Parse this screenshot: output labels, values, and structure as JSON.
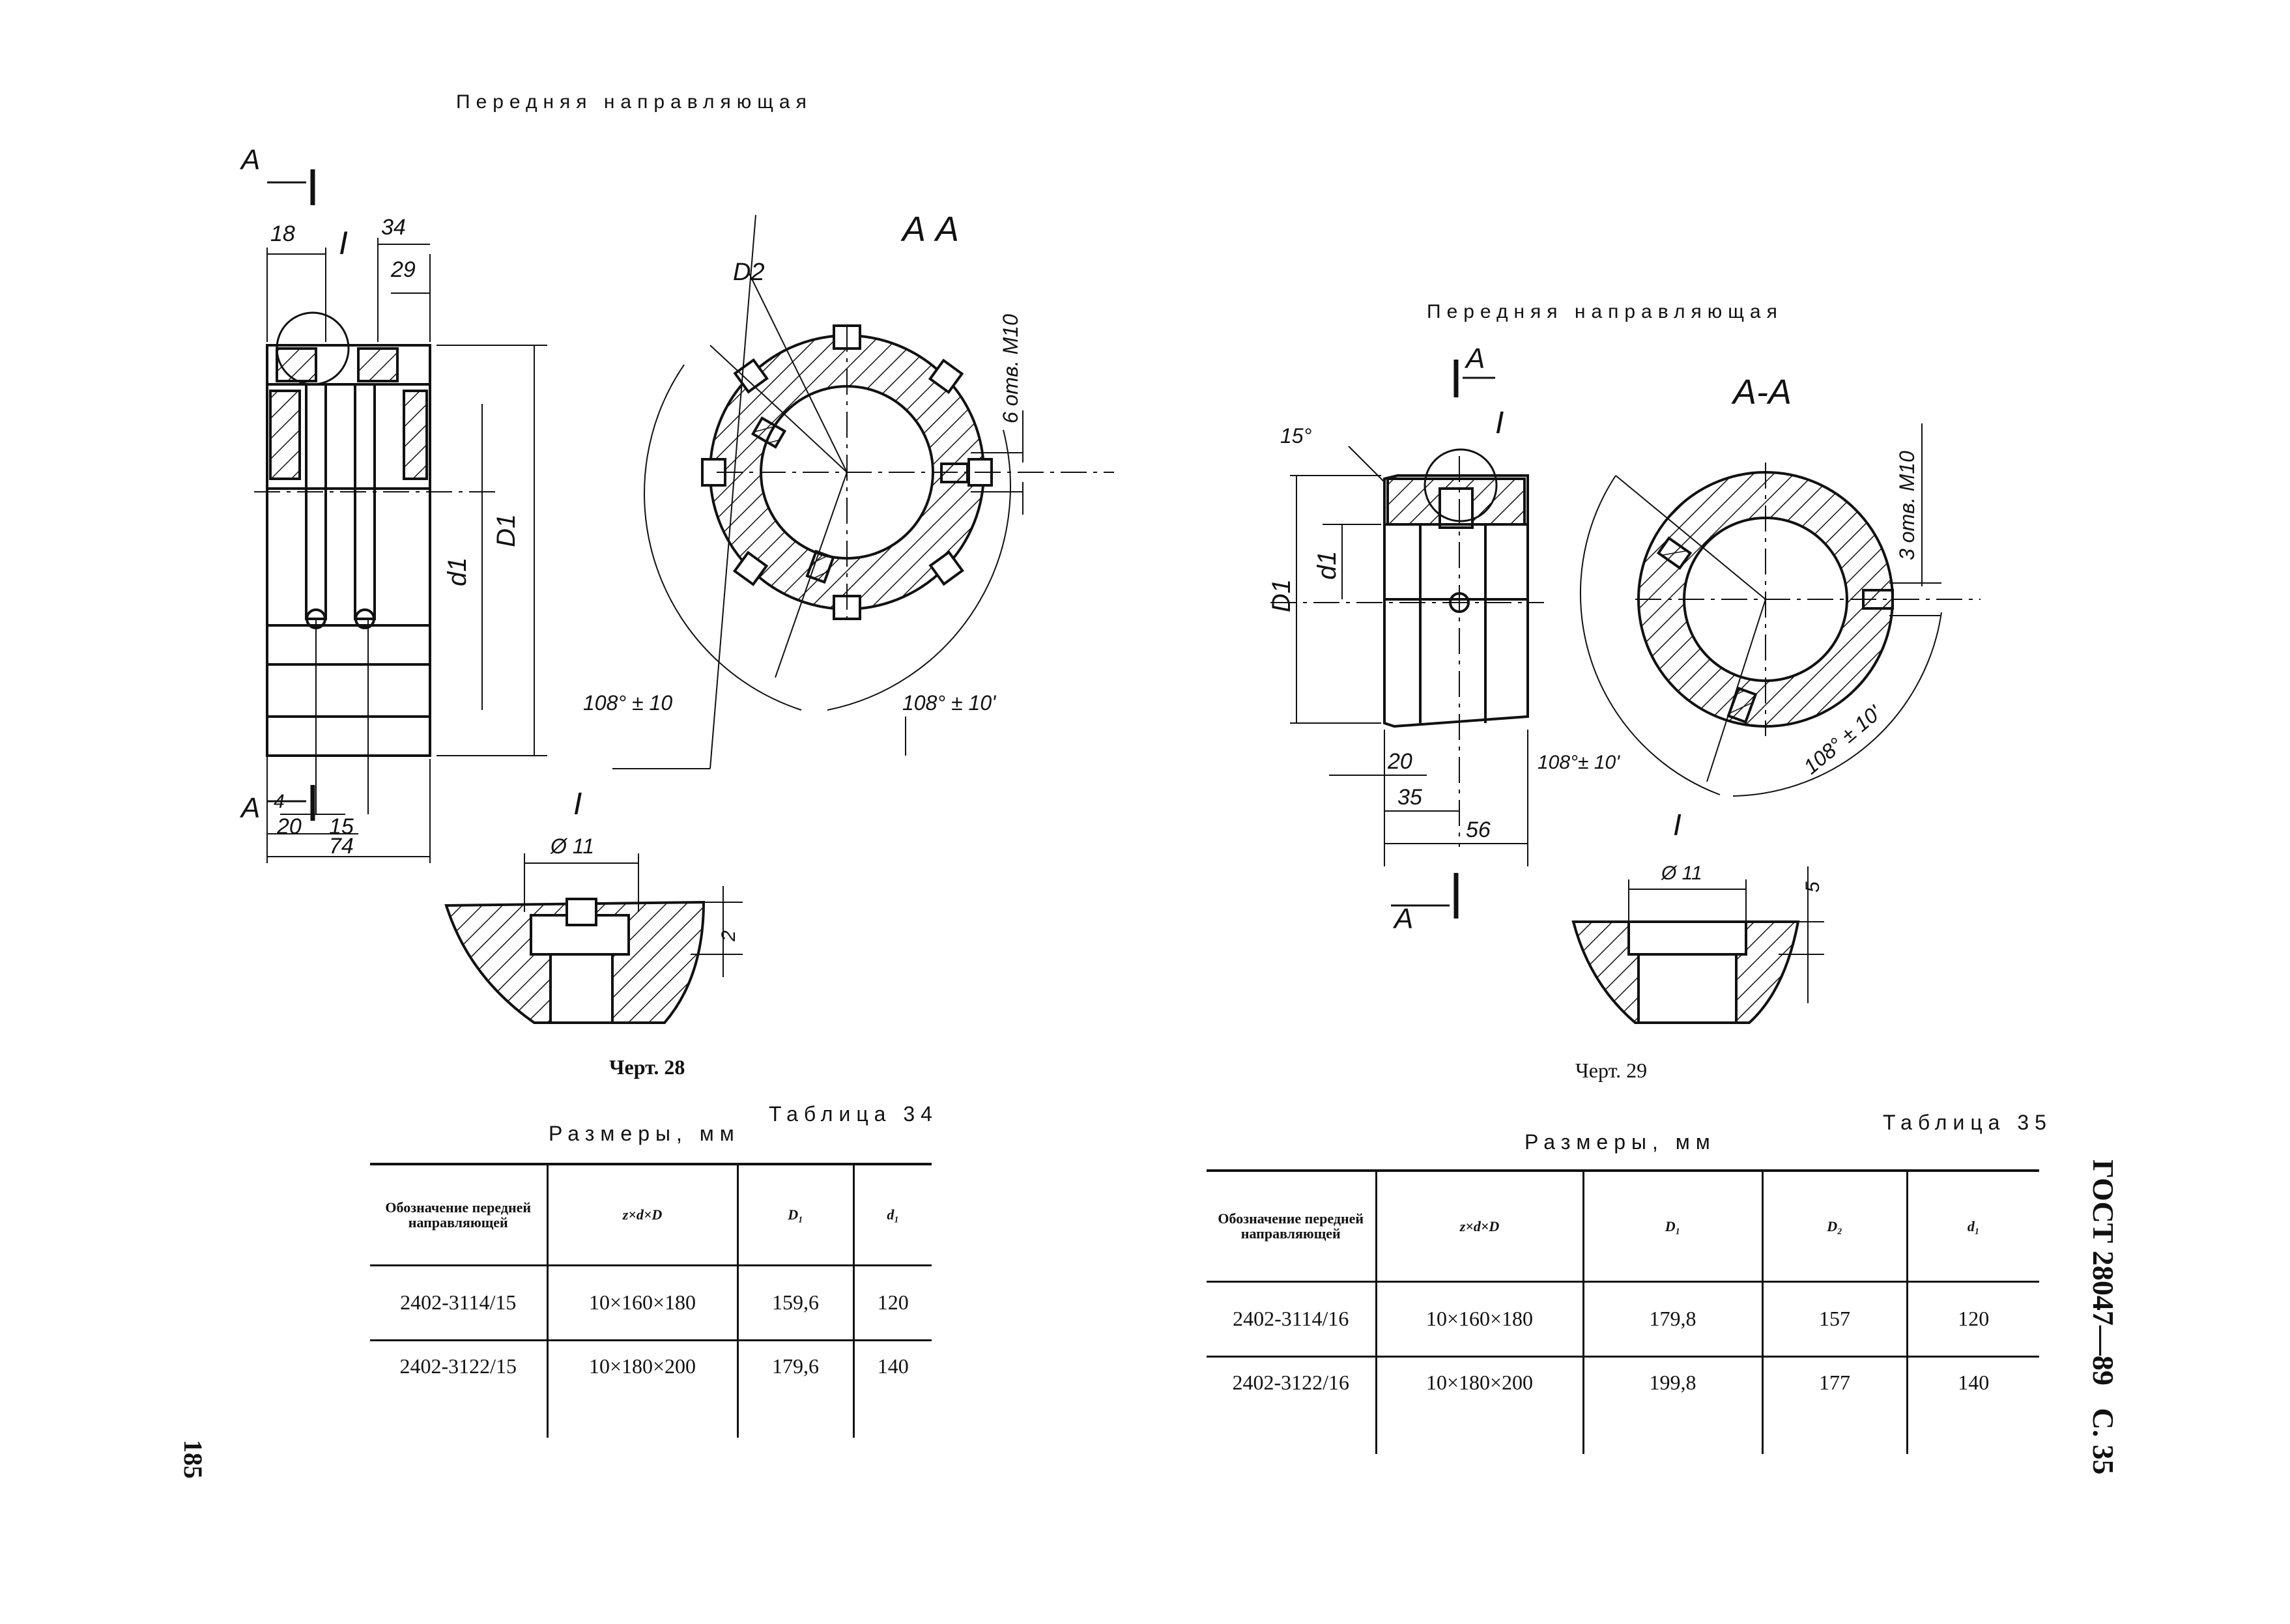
{
  "header": {
    "doc_code": "ГОСТ 28047—89",
    "page_label": "С. 35",
    "page_number": "185"
  },
  "left": {
    "title": "Передняя направляющая",
    "caption": "Черт. 28",
    "section_label": "А А",
    "detail_label": "I",
    "cut_label": "А",
    "dims": {
      "d18": "18",
      "d34": "34",
      "d29": "29",
      "d4": "4",
      "d20": "20",
      "d15": "15",
      "d74": "74",
      "D1": "D1",
      "d1": "d1",
      "D2": "D2",
      "holes": "6 отв. М10",
      "angle1": "108° ± 10",
      "angle2": "108° ± 10'",
      "phi": "Ø 11",
      "depth": "2"
    },
    "table": {
      "title": "Таблица 34",
      "units": "Размеры, мм",
      "headers": {
        "designation": "Обозначение передней направляющей",
        "zdD": "z×d×D",
        "D1": "D₁",
        "d1": "d₁"
      },
      "rows": [
        {
          "designation": "2402-3114/15",
          "zdD": "10×160×180",
          "D1": "159,6",
          "d1": "120"
        },
        {
          "designation": "2402-3122/15",
          "zdD": "10×180×200",
          "D1": "179,6",
          "d1": "140"
        }
      ]
    }
  },
  "right": {
    "title": "Передняя направляющая",
    "caption": "Черт. 29",
    "section_label": "А-А",
    "detail_label": "I",
    "cut_label": "А",
    "dims": {
      "d15deg": "15°",
      "D1": "D1",
      "d1": "d1",
      "d20": "20",
      "d35": "35",
      "d56": "56",
      "holes": "3 отв. М10",
      "angle1": "108°± 10'",
      "angle2": "108° ± 10'",
      "phi": "Ø 11",
      "depth": "5"
    },
    "table": {
      "title": "Таблица 35",
      "units": "Размеры, мм",
      "headers": {
        "designation": "Обозначение передней направляющей",
        "zdD": "z×d×D",
        "D1": "D₁",
        "D2": "D₂",
        "d1": "d₁"
      },
      "rows": [
        {
          "designation": "2402-3114/16",
          "zdD": "10×160×180",
          "D1": "179,8",
          "D2": "157",
          "d1": "120"
        },
        {
          "designation": "2402-3122/16",
          "zdD": "10×180×200",
          "D1": "199,8",
          "D2": "177",
          "d1": "140"
        }
      ]
    }
  }
}
